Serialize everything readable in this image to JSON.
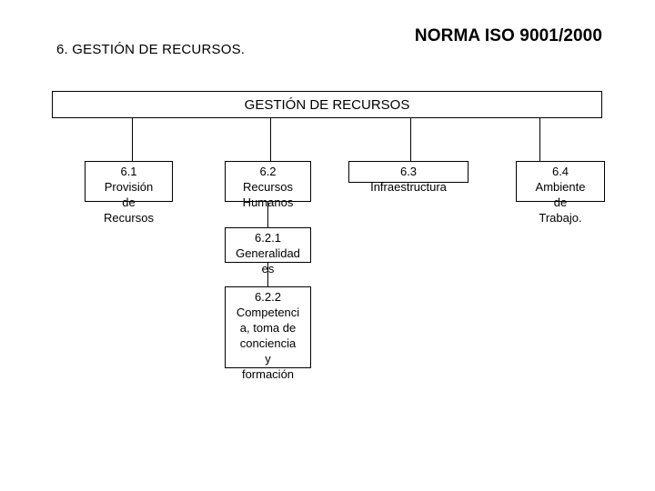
{
  "header": {
    "slide_heading": "6. GESTIÓN DE RECURSOS.",
    "standard_title": "NORMA ISO 9001/2000"
  },
  "chart_data": {
    "type": "diagram",
    "diagram_kind": "organizational-tree",
    "title": "GESTIÓN DE RECURSOS",
    "root": {
      "id": "root",
      "label": "GESTIÓN DE RECURSOS"
    },
    "nodes": [
      {
        "id": "6.1",
        "number": "6.1",
        "label": "6.1\nProvisión\nde\nRecursos",
        "parent": "root"
      },
      {
        "id": "6.2",
        "number": "6.2",
        "label": "6.2\nRecursos\nHumanos",
        "parent": "root"
      },
      {
        "id": "6.3",
        "number": "6.3",
        "label": "6.3\nInfraestructura",
        "parent": "root"
      },
      {
        "id": "6.4",
        "number": "6.4",
        "label": "6.4\nAmbiente\nde Trabajo.",
        "parent": "root"
      },
      {
        "id": "6.2.1",
        "number": "6.2.1",
        "label": "6.2.1\nGeneralidad\nes",
        "parent": "6.2"
      },
      {
        "id": "6.2.2",
        "number": "6.2.2",
        "label": "6.2.2\nCompetenci\na, toma de\nconciencia y\nformación",
        "parent": "6.2"
      }
    ],
    "colors": {
      "background": "#ffffff",
      "stroke": "#000000",
      "text": "#000000"
    }
  }
}
